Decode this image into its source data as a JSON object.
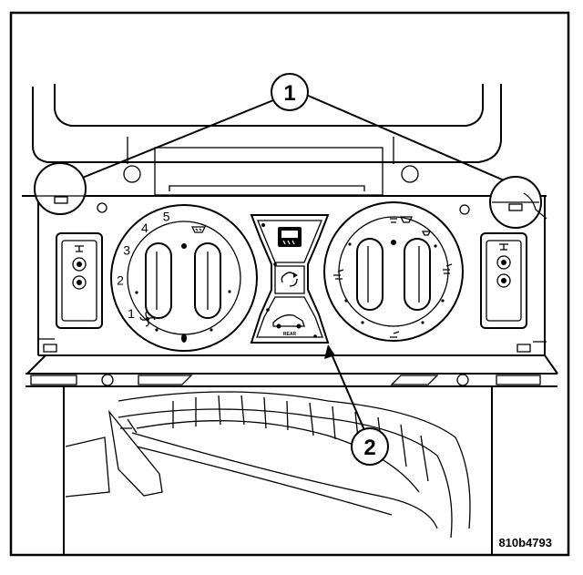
{
  "callouts": [
    {
      "number": "1"
    },
    {
      "number": "2"
    }
  ],
  "fan_dial": {
    "speed_labels": [
      "1",
      "2",
      "3",
      "4",
      "5"
    ]
  },
  "button_panel": {
    "rear_defrost_label": "REAR"
  },
  "icons": [
    "defrost-icon",
    "fan-icon",
    "recirculation-icon",
    "rear-defrost-icon",
    "floor-vent-icon",
    "panel-vent-icon",
    "windshield-defrost-icon"
  ],
  "figure_id": "810b4793",
  "colors": {
    "line": "#000000",
    "background": "#ffffff"
  }
}
